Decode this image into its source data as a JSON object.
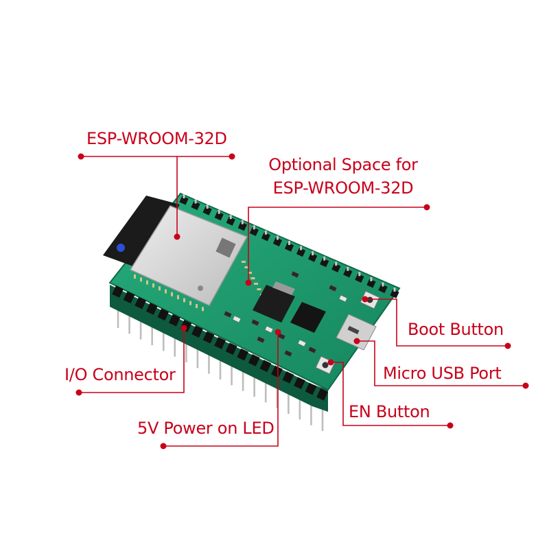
{
  "labels": {
    "esp_wroom": "ESP-WROOM-32D",
    "optional_space_line1": "Optional Space for",
    "optional_space_line2": "ESP-WROOM-32D",
    "boot_button": "Boot Button",
    "io_connector": "I/O Connector",
    "micro_usb": "Micro USB Port",
    "en_button": "EN Button",
    "power_led": "5V Power on LED"
  },
  "colors": {
    "callout": "#c8001a",
    "pcb": "#1f9a6e",
    "pcb_dark": "#136b4b",
    "header": "#141414",
    "pin": "#c9c9c9",
    "module_shield": "#d9d9d9",
    "antenna": "#1a1a1a"
  },
  "icons": [
    "esp32-dev-board-illustration",
    "callout-dot"
  ]
}
